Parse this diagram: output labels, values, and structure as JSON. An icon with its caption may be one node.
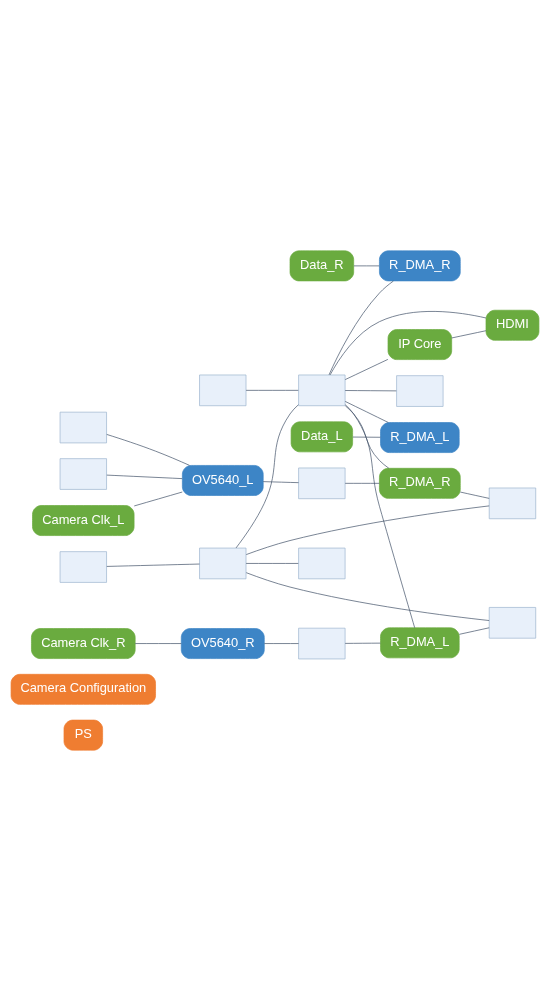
{
  "diagram": {
    "nodes": [
      {
        "text": [
          "PS"
        ]
      },
      {
        "text": [
          "Camera Configuration"
        ]
      },
      {
        "text": [
          "IP Core"
        ]
      },
      {
        "text": [
          "HDMI"
        ]
      },
      {
        "text": [
          "Data_R"
        ]
      },
      {
        "text": [
          "Data_L"
        ]
      },
      {
        "text": [
          "Camera Clk_L"
        ]
      },
      {
        "text": [
          "Camera Clk_R"
        ]
      },
      {
        "text": [
          "R_DMA_R"
        ]
      },
      {
        "text": [
          "R_DMA_L"
        ]
      },
      {
        "text": [
          "R_DMA_R"
        ]
      },
      {
        "text": [
          "R_DMA_L"
        ]
      },
      {
        "text": [
          "OV5640_L"
        ]
      },
      {
        "text": [
          "OV5640_R"
        ]
      },
      {
        "text": [],
        "shape": "box"
      },
      {
        "text": [],
        "shape": "box"
      },
      {
        "text": [],
        "shape": "box"
      },
      {
        "text": [],
        "shape": "box"
      },
      {
        "text": [],
        "shape": "box"
      },
      {
        "text": [],
        "shape": "box"
      },
      {
        "text": [],
        "shape": "box"
      },
      {
        "text": [],
        "shape": "box"
      },
      {
        "text": [],
        "shape": "box"
      },
      {
        "text": [],
        "shape": "box"
      },
      {
        "text": [],
        "shape": "box"
      },
      {
        "text": [],
        "shape": "box"
      }
    ],
    "edges": [
      {
        "from": 14,
        "to": 15,
        "arrow": "none"
      },
      {
        "from": 14,
        "to": 16,
        "arrow": "none"
      },
      {
        "from": 14,
        "to": 17,
        "arrow": "none"
      },
      {
        "from": 14,
        "to": 20,
        "arrow": "none"
      },
      {
        "from": 18,
        "to": 14,
        "arrow": "none"
      },
      {
        "from": 20,
        "to": 2,
        "arrow": "none"
      },
      {
        "from": 20,
        "to": 3,
        "arrow": "none"
      },
      {
        "from": 2,
        "to": 3,
        "arrow": "none"
      },
      {
        "from": 20,
        "to": 19,
        "arrow": "none"
      },
      {
        "from": 20,
        "to": 8,
        "arrow": "none"
      },
      {
        "from": 20,
        "to": 9,
        "arrow": "none"
      },
      {
        "from": 20,
        "to": 10,
        "arrow": "none"
      },
      {
        "from": 20,
        "to": 11,
        "arrow": "none"
      },
      {
        "from": 4,
        "to": 8,
        "arrow": "none"
      },
      {
        "from": 5,
        "to": 9,
        "arrow": "none"
      },
      {
        "from": 10,
        "to": 16,
        "arrow": "none"
      },
      {
        "from": 11,
        "to": 17,
        "arrow": "none"
      },
      {
        "from": 12,
        "to": 22,
        "arrow": "none"
      },
      {
        "from": 13,
        "to": 23,
        "arrow": "none"
      },
      {
        "from": 22,
        "to": 10,
        "arrow": "none"
      },
      {
        "from": 23,
        "to": 11,
        "arrow": "none"
      },
      {
        "from": 6,
        "to": 12,
        "arrow": "none"
      },
      {
        "from": 7,
        "to": 13,
        "arrow": "none"
      },
      {
        "from": 21,
        "to": 20,
        "arrow": "none"
      },
      {
        "from": 24,
        "to": 12,
        "arrow": "none"
      },
      {
        "from": 25,
        "to": 12,
        "arrow": "none"
      }
    ]
  }
}
